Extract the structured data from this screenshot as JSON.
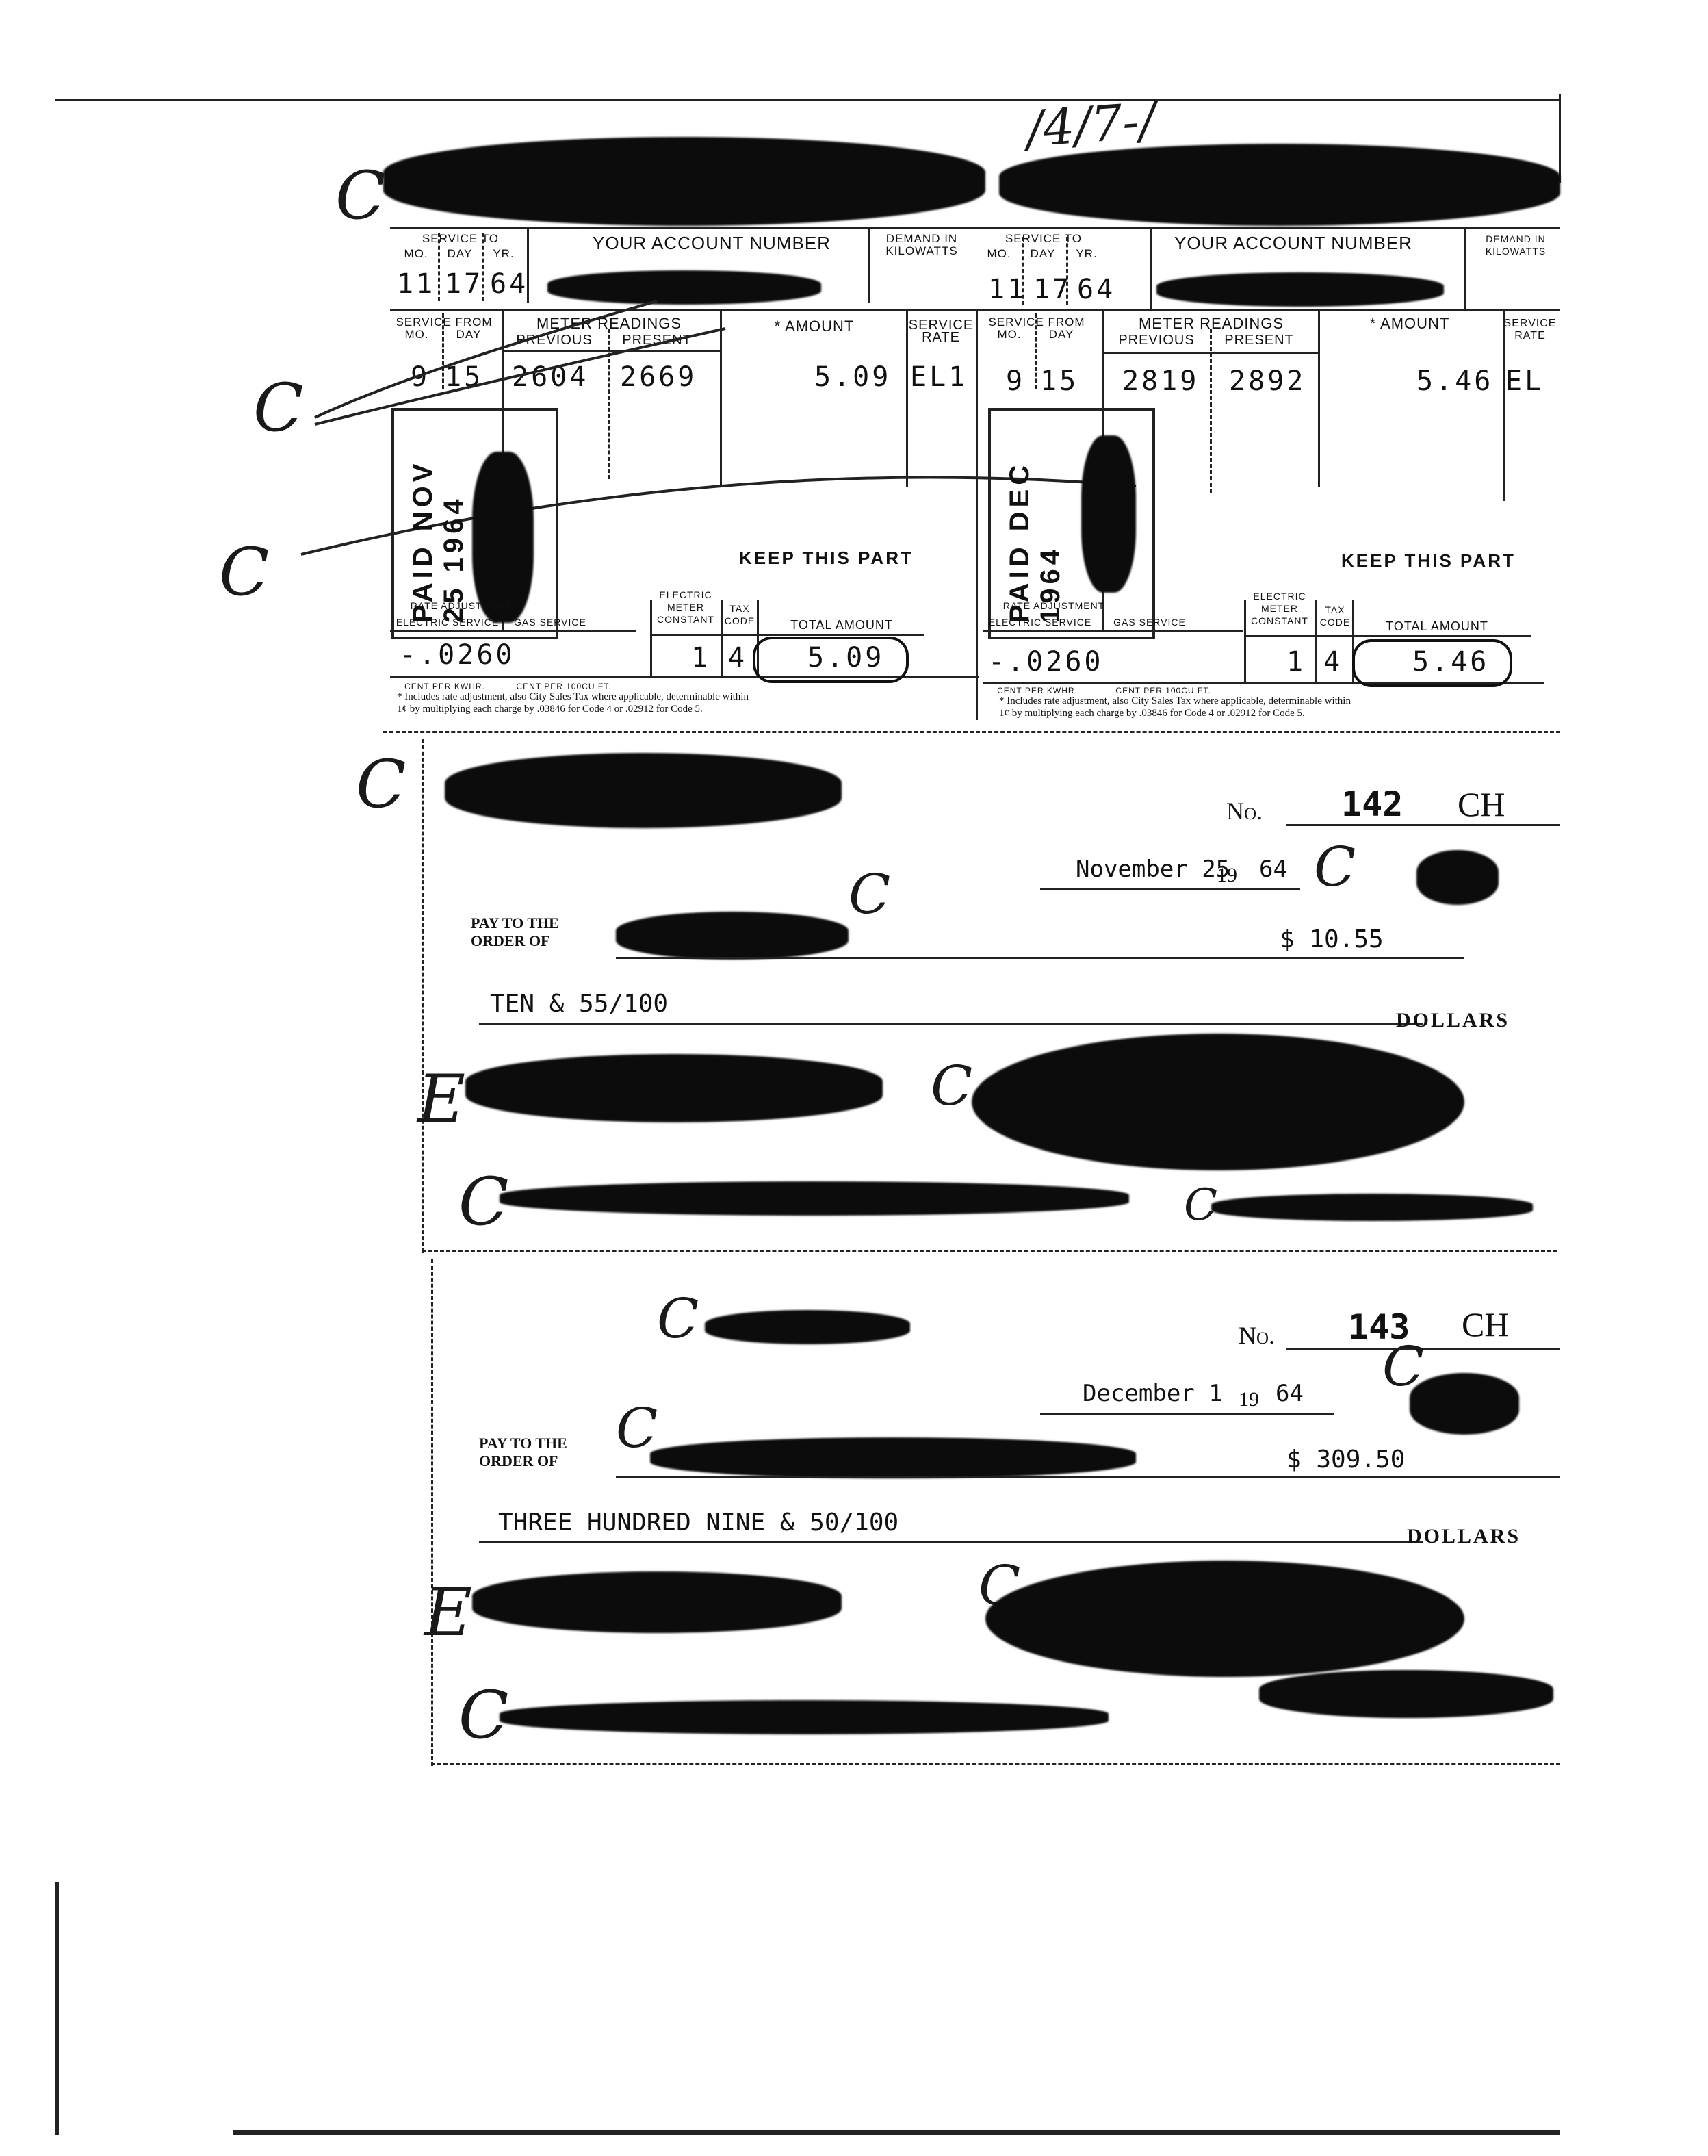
{
  "corner_note": "/4/7-/",
  "bill": {
    "service_to_header": "SERVICE TO",
    "mo_label": "MO.",
    "day_label": "DAY",
    "yr_label": "YR.",
    "account_number_header": "YOUR ACCOUNT NUMBER",
    "demand_header": "DEMAND IN KILOWATTS",
    "service_from_header": "SERVICE FROM",
    "meter_readings_header": "METER READINGS",
    "previous_label": "PREVIOUS",
    "present_label": "PRESENT",
    "amount_header": "* AMOUNT",
    "service_rate_header": "SERVICE RATE",
    "keep_this_part": "KEEP THIS PART",
    "rate_adjustment_label": "RATE ADJUSTMENT",
    "electric_service_label": "ELECTRIC SERVICE",
    "gas_service_label": "GAS SERVICE",
    "electric_meter_constant_label": "ELECTRIC METER CONSTANT",
    "tax_code_label": "TAX CODE",
    "total_amount_label": "TOTAL AMOUNT",
    "cent_per_kwhr": "CENT PER KWHR.",
    "cent_per_100cu": "CENT PER 100CU FT.",
    "footnote_line1": "* Includes rate adjustment, also City Sales Tax where applicable, determinable within",
    "footnote_line2": "1¢ by multiplying each charge by .03846 for Code 4 or .02912 for Code 5.",
    "left": {
      "to_mo": "11",
      "to_day": "17",
      "to_yr": "64",
      "from_mo": "9",
      "from_day": "15",
      "previous": "2604",
      "present": "2669",
      "amount": "5.09",
      "rate": "EL1",
      "adjustment": "-.0260",
      "meter_constant": "1",
      "tax_code": "4",
      "total": "5.09",
      "stamp": "PAID NOV 25 1964"
    },
    "right": {
      "to_mo": "11",
      "to_day": "17",
      "to_yr": "64",
      "from_mo": "9",
      "from_day": "15",
      "previous": "2819",
      "present": "2892",
      "amount": "5.46",
      "rate": "EL",
      "adjustment": "-.0260",
      "meter_constant": "1",
      "tax_code": "4",
      "total": "5.46",
      "stamp": "PAID DEC 1964"
    }
  },
  "check1": {
    "no_label": "No.",
    "number": "142",
    "suffix": "CH",
    "date": "November 25",
    "year_prefix": "19",
    "year": "64",
    "pay_to_label": "PAY TO THE ORDER OF",
    "amount": "$ 10.55",
    "written_amount": "TEN & 55/100",
    "dollars_label": "DOLLARS"
  },
  "check2": {
    "no_label": "No.",
    "number": "143",
    "suffix": "CH",
    "date": "December 1",
    "year_prefix": "19",
    "year": "64",
    "pay_to_label": "PAY TO THE ORDER OF",
    "amount": "$ 309.50",
    "written_amount": "THREE HUNDRED NINE & 50/100",
    "dollars_label": "DOLLARS"
  },
  "annotations": {
    "c_mark": "C",
    "e_mark": "E"
  }
}
